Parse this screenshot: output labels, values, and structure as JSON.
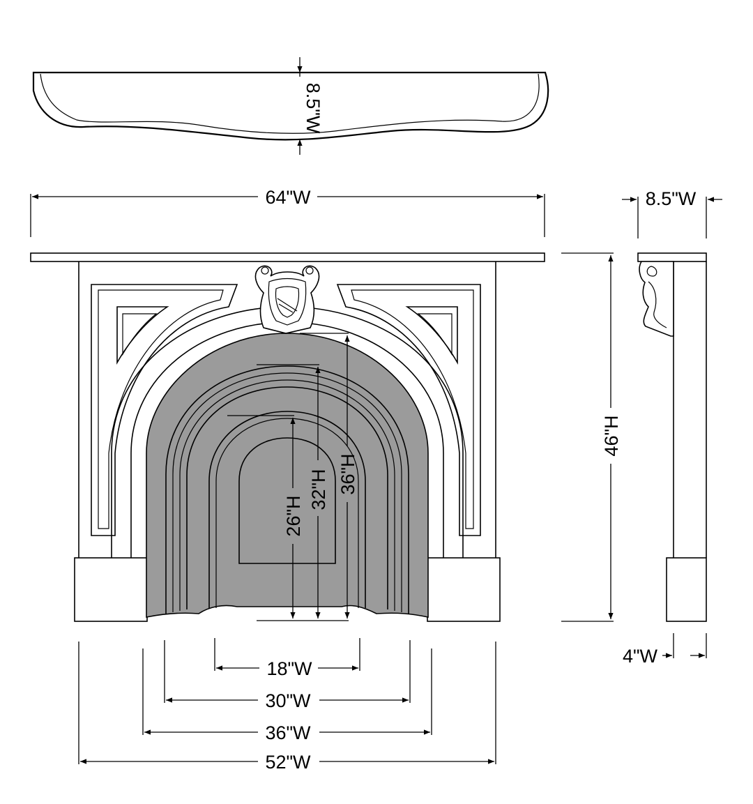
{
  "colors": {
    "firebox": "#9b9b9b",
    "line": "#000000",
    "background": "#ffffff"
  },
  "dimensions": {
    "top_depth": "8.5\"W",
    "overall_width": "64\"W",
    "side_depth": "8.5\"W",
    "overall_height": "46\"H",
    "arch_height_36": "36\"H",
    "arch_height_32": "32\"H",
    "arch_height_26": "26\"H",
    "opening_18": "18\"W",
    "opening_30": "30\"W",
    "opening_36": "36\"W",
    "opening_52": "52\"W",
    "plinth_4": "4\"W"
  }
}
